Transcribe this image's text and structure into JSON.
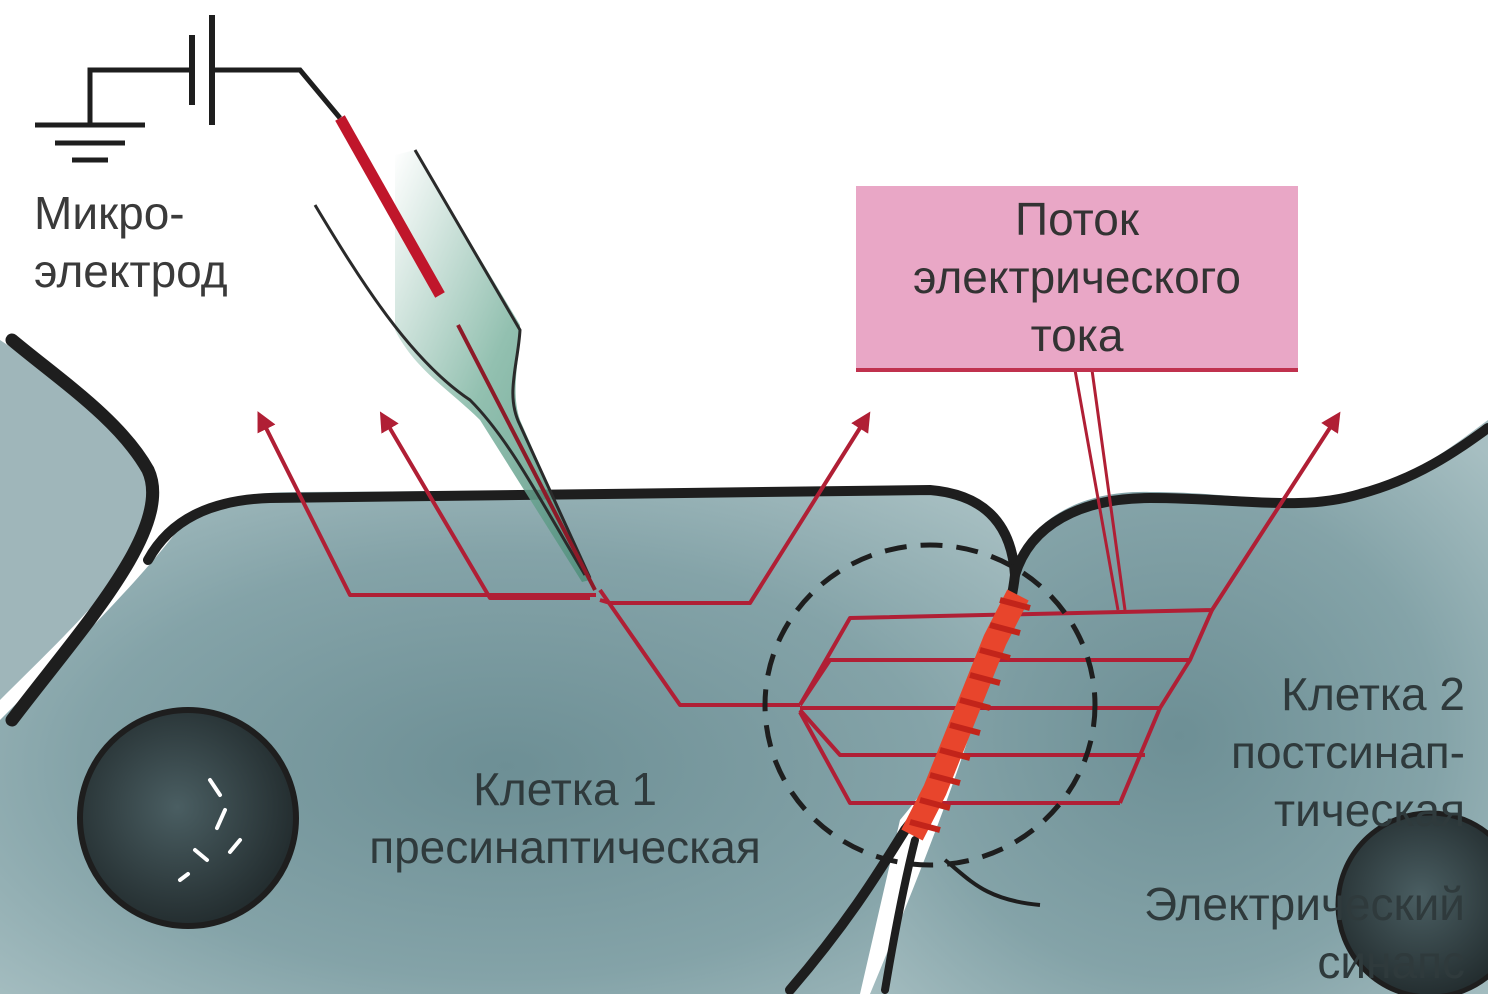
{
  "labels": {
    "microelectrode": [
      "Микро-",
      "электрод"
    ],
    "current_flow": [
      "Поток",
      "электрического",
      "тока"
    ],
    "cell1": [
      "Клетка 1",
      "пресинаптическая"
    ],
    "cell2": [
      "Клетка 2",
      "постсинап-",
      "тическая"
    ],
    "synapse": [
      "Электрический",
      "синапс"
    ]
  },
  "colors": {
    "cell_fill": "#7f9ea3",
    "cell_fill_light": "#9fb9bd",
    "outline": "#1e1e1e",
    "current_line": "#b01f35",
    "junction": "#e8452c",
    "label_box": "#e9a7c6",
    "electrode_glass": "#6fa894"
  }
}
